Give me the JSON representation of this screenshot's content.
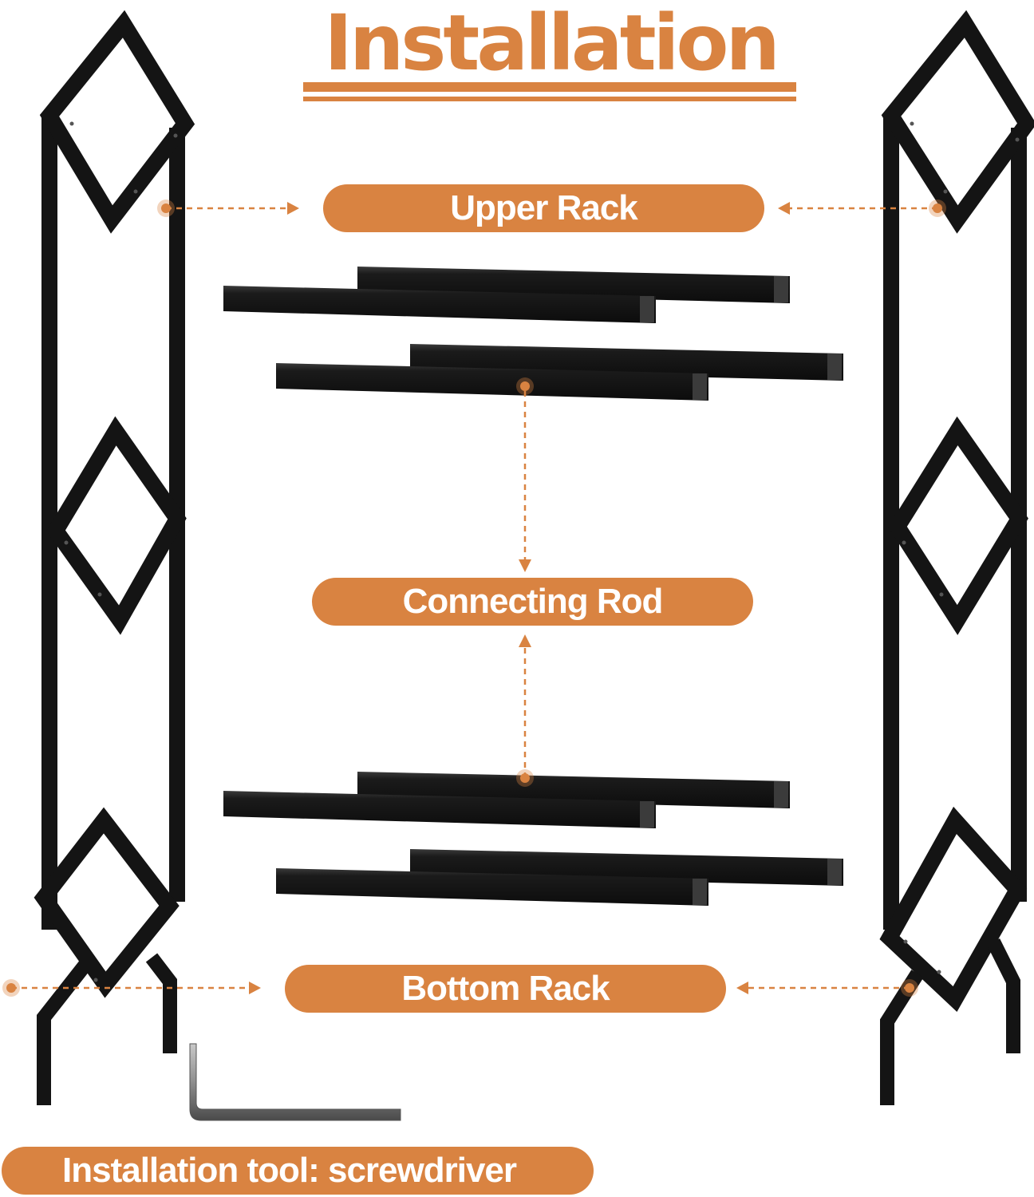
{
  "title": "Installation",
  "labels": {
    "upper_rack": "Upper Rack",
    "connecting_rod": "Connecting Rod",
    "bottom_rack": "Bottom Rack",
    "installation_tool": "Installation tool: screwdriver"
  },
  "parts": {
    "side_frames": 2,
    "connecting_rods_upper_group": 4,
    "connecting_rods_lower_group": 4,
    "tool": "hex-key"
  },
  "colors": {
    "accent": "#d98341",
    "metal": "#141414",
    "label_text": "#ffffff",
    "background": "#ffffff",
    "tool_metal": "#8a8a8a"
  }
}
